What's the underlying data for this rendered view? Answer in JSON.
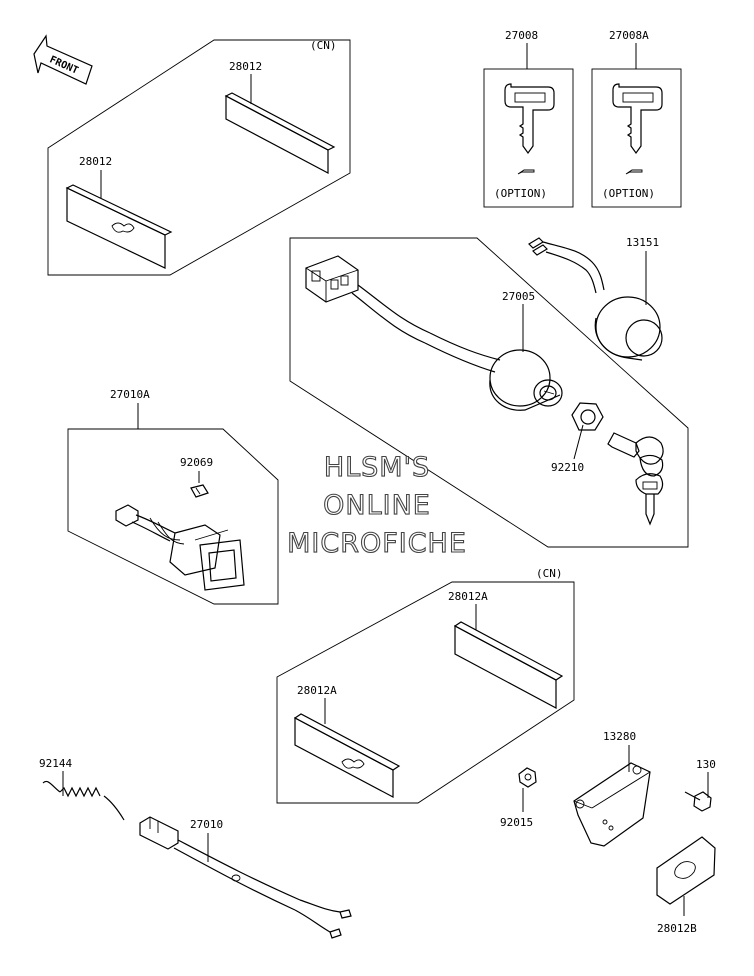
{
  "front_label": "FRONT",
  "region_labels": {
    "cn_top": "(CN)",
    "cn_mid": "(CN)",
    "option_a": "(OPTION)",
    "option_b": "(OPTION)"
  },
  "part_numbers": {
    "p28012_top": "28012",
    "p28012_left": "28012",
    "p27008": "27008",
    "p27008A": "27008A",
    "p13151": "13151",
    "p27005": "27005",
    "p92210": "92210",
    "p27010A": "27010A",
    "p92069": "92069",
    "p28012A_top": "28012A",
    "p28012A_left": "28012A",
    "p13280": "13280",
    "p130": "130",
    "p92015": "92015",
    "p28012B": "28012B",
    "p92144": "92144",
    "p27010": "27010"
  },
  "watermark": {
    "line1": "HLSM'S",
    "line2": "ONLINE",
    "line3": "MICROFICHE"
  }
}
